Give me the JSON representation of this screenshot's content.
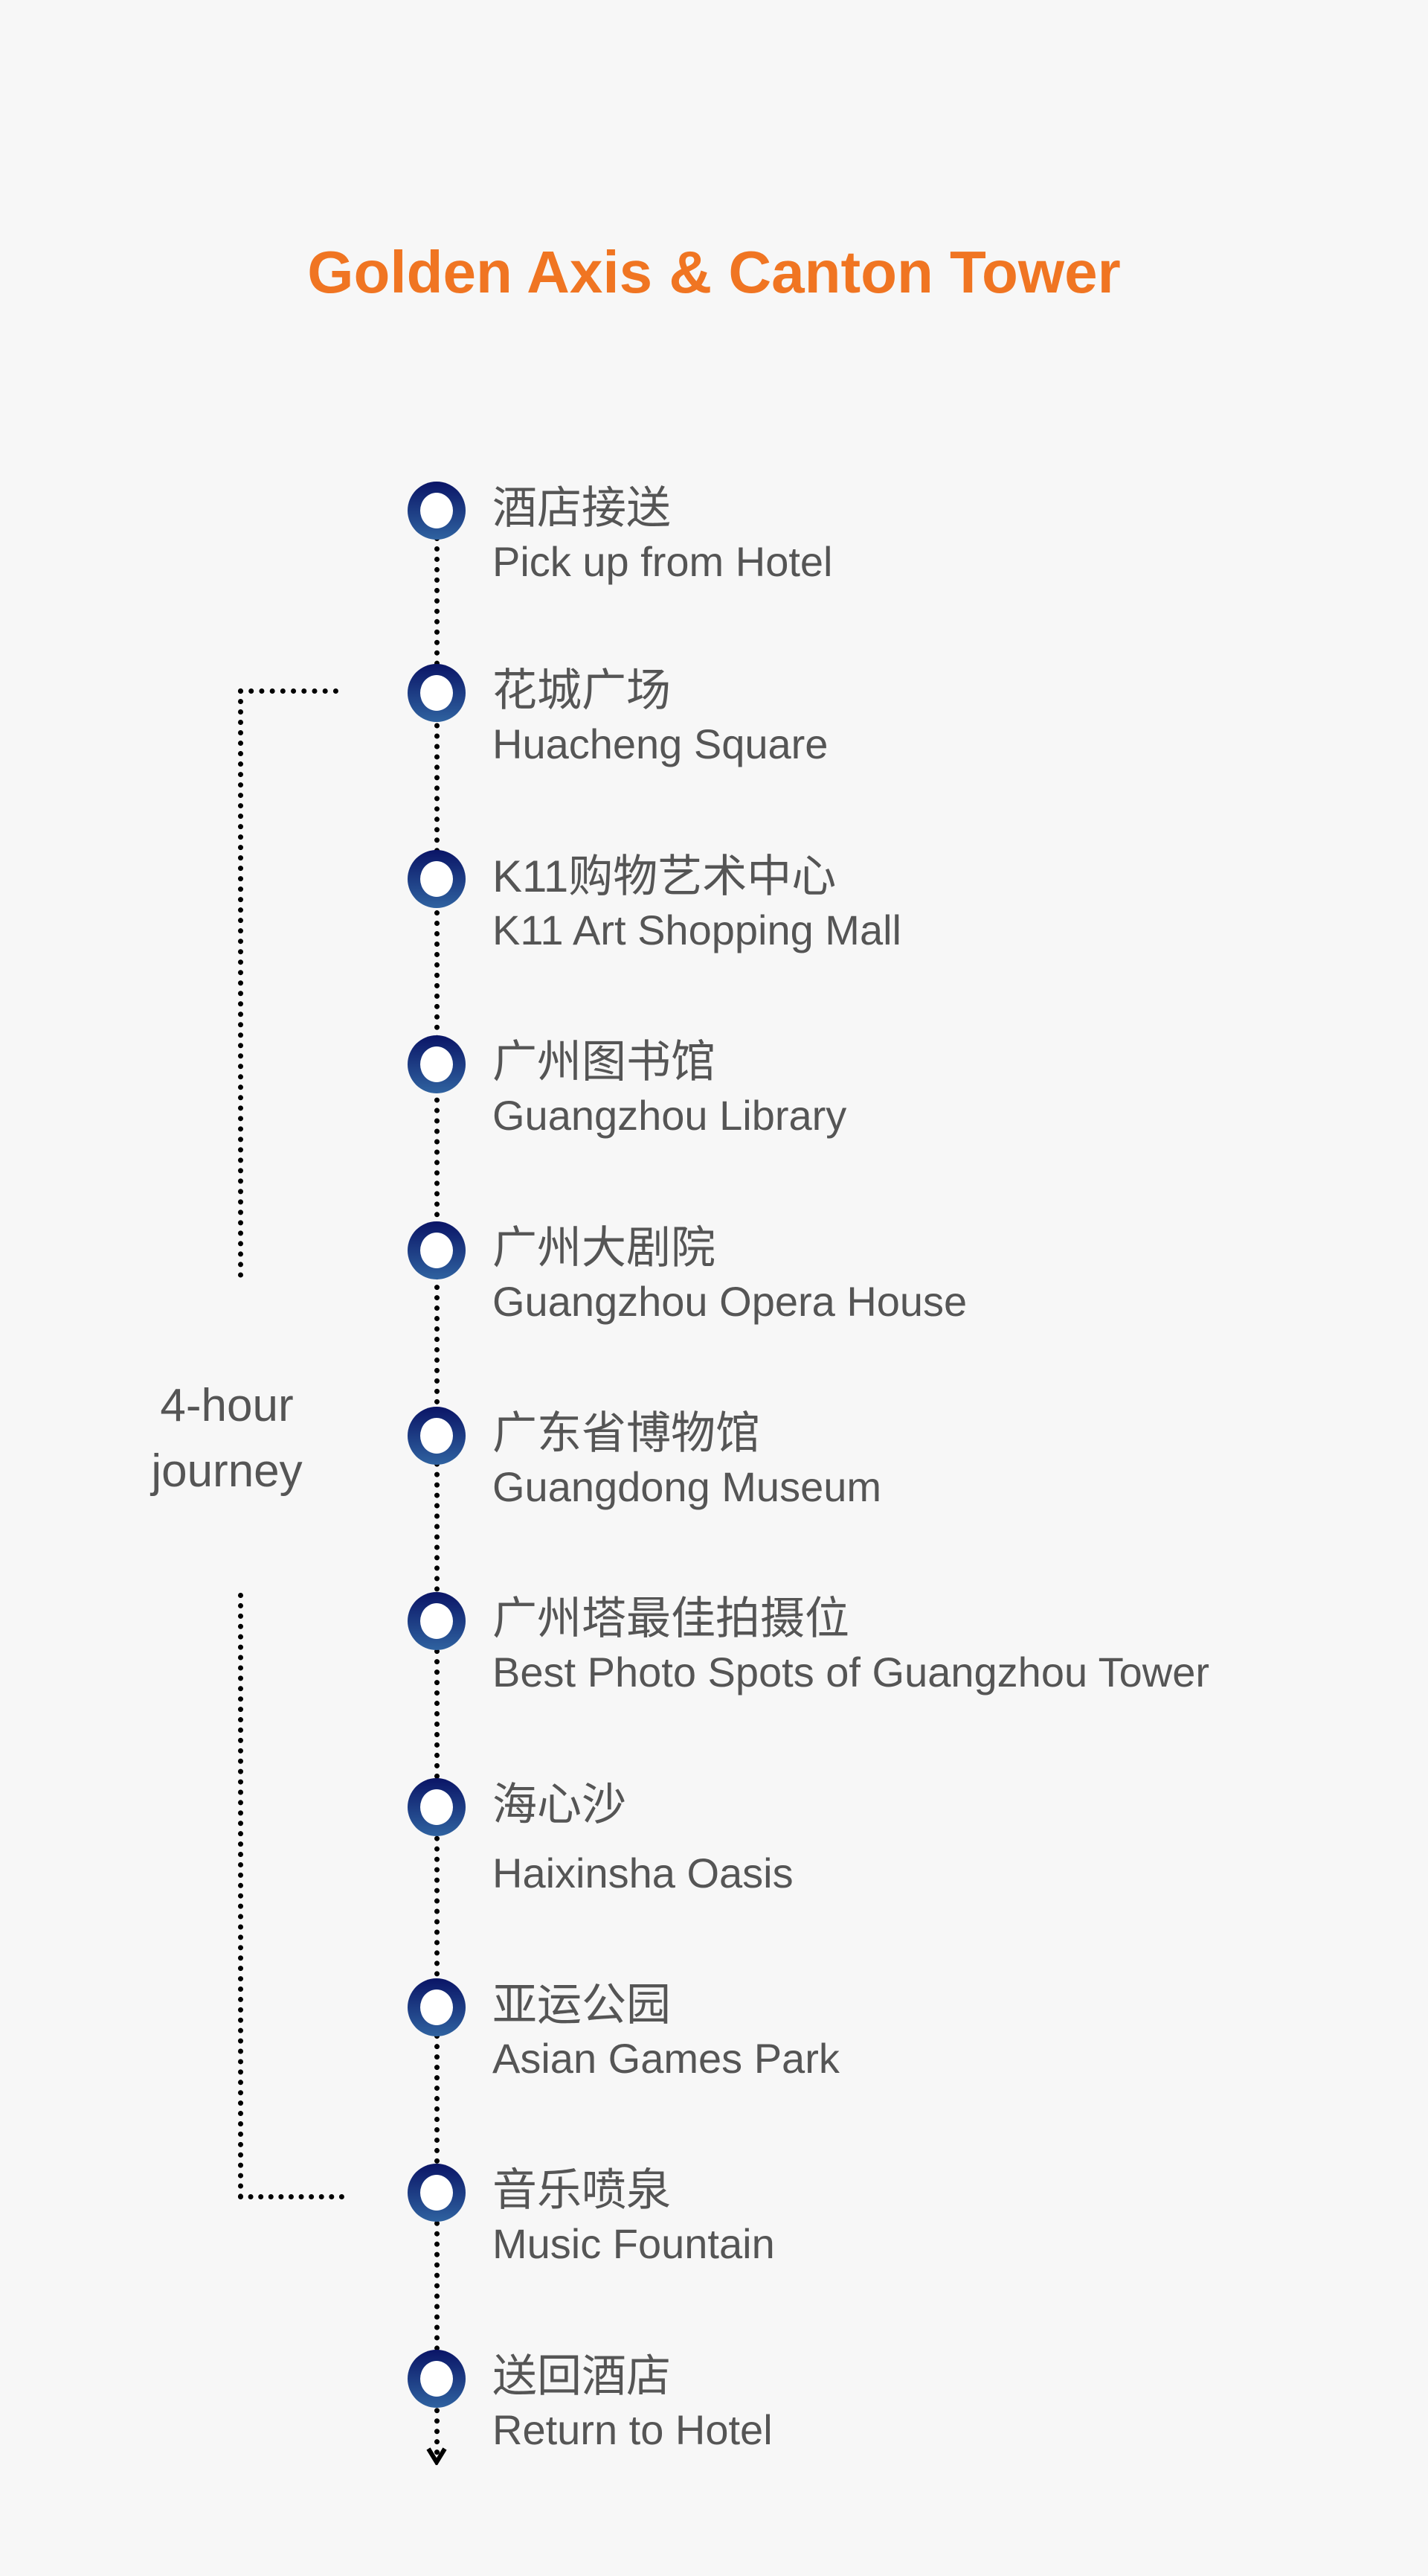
{
  "title": "Golden Axis & Canton Tower",
  "duration": {
    "line1": "4-hour",
    "line2": "journey"
  },
  "stops": [
    {
      "zh": "酒店接送",
      "en": "Pick up from Hotel"
    },
    {
      "zh": "花城广场",
      "en": "Huacheng Square"
    },
    {
      "zh": "K11购物艺术中心",
      "en": "K11 Art Shopping Mall"
    },
    {
      "zh": "广州图书馆",
      "en": "Guangzhou Library"
    },
    {
      "zh": "广州大剧院",
      "en": "Guangzhou Opera House"
    },
    {
      "zh": "广东省博物馆",
      "en": "Guangdong Museum"
    },
    {
      "zh": "广州塔最佳拍摄位",
      "en": "Best Photo Spots of Guangzhou Tower"
    },
    {
      "zh": "海心沙",
      "en": "Haixinsha Oasis"
    },
    {
      "zh": "亚运公园",
      "en": "Asian Games Park"
    },
    {
      "zh": "音乐喷泉",
      "en": "Music Fountain"
    },
    {
      "zh": "送回酒店",
      "en": "Return to Hotel"
    }
  ],
  "colors": {
    "title": "#f07522",
    "ring_top": "#0a1466",
    "ring_bottom": "#2f62a0",
    "text": "#555555"
  }
}
